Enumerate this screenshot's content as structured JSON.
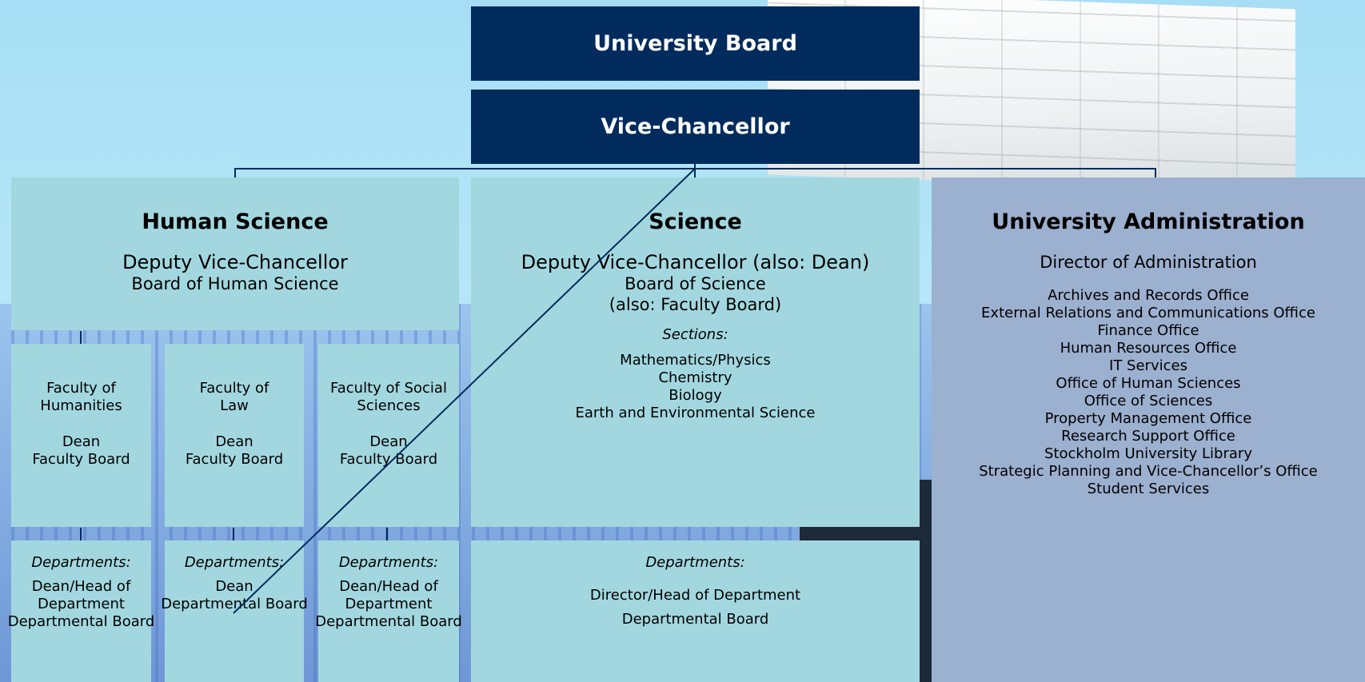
{
  "top": {
    "board": "University Board",
    "vc": "Vice-Chancellor"
  },
  "human_science": {
    "title": "Human Science",
    "line1": "Deputy Vice-Chancellor",
    "line2": "Board of Human Science",
    "faculties": [
      {
        "name1": "Faculty of",
        "name2": "Humanities",
        "role1": "Dean",
        "role2": "Faculty Board",
        "dept_label": "Departments:",
        "dept1": "Dean/Head of",
        "dept2": "Department",
        "dept3": "Departmental Board"
      },
      {
        "name1": "Faculty of",
        "name2": "Law",
        "role1": "Dean",
        "role2": "Faculty Board",
        "dept_label": "Departments:",
        "dept1": "",
        "dept2": "Dean",
        "dept3": "Departmental Board"
      },
      {
        "name1": "Faculty of Social",
        "name2": "Sciences",
        "role1": "Dean",
        "role2": "Faculty Board",
        "dept_label": "Departments:",
        "dept1": "Dean/Head of",
        "dept2": "Department",
        "dept3": "Departmental Board"
      }
    ]
  },
  "science": {
    "title": "Science",
    "line1": "Deputy Vice-Chancellor (also: Dean)",
    "line2": "Board of Science",
    "line3": "(also: Faculty Board)",
    "sections_label": "Sections:",
    "sections": [
      "Mathematics/Physics",
      "Chemistry",
      "Biology",
      "Earth and Environmental Science"
    ],
    "dept_label": "Departments:",
    "dept1": "Director/Head of Department",
    "dept2": "Departmental Board"
  },
  "admin": {
    "title": "University Administration",
    "director": "Director of Administration",
    "offices": [
      "Archives and Records Office",
      "External Relations and Communications Office",
      "Finance Office",
      "Human Resources Office",
      "IT Services",
      "Office of Human Sciences",
      "Office of Sciences",
      "Property Management Office",
      "Research Support Office",
      "Stockholm University Library",
      "Strategic Planning and Vice-Chancellor’s Office",
      "Student Services"
    ]
  },
  "colors": {
    "navy": "#002b5c",
    "teal": "#a3d7df",
    "admin": "#9cb0cf"
  }
}
